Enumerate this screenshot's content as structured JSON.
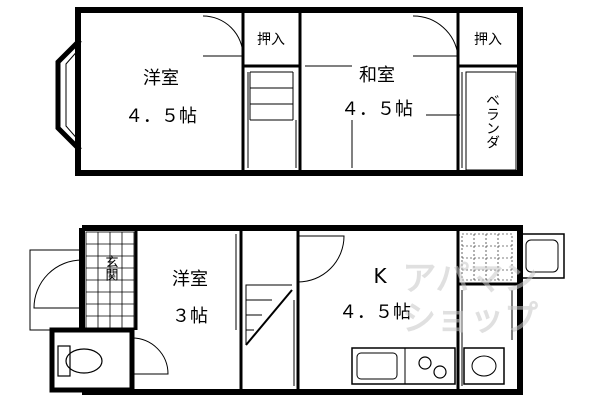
{
  "upper_floor": {
    "western_room": {
      "name": "洋室",
      "size": "４．５帖"
    },
    "japanese_room": {
      "name": "和室",
      "size": "４．５帖"
    },
    "closet_left": "押入",
    "closet_right": "押入",
    "balcony": "ベランダ"
  },
  "lower_floor": {
    "entrance": "玄関",
    "western_room": {
      "name": "洋室",
      "size": "３帖"
    },
    "kitchen": {
      "name": "K",
      "size": "４．５帖"
    }
  },
  "watermark": {
    "line1": "アパマン",
    "line2": "ショップ"
  }
}
